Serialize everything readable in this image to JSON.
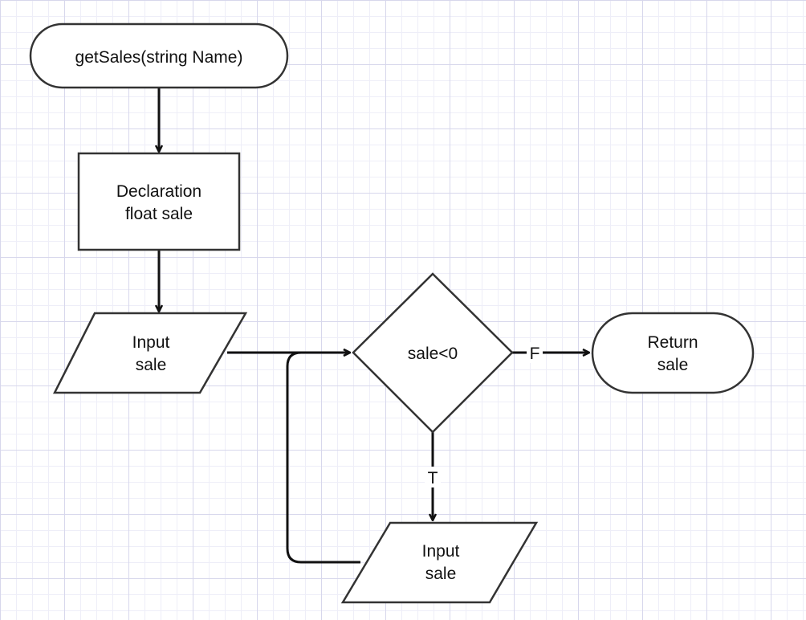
{
  "nodes": {
    "start": {
      "lines": [
        "getSales(string Name)"
      ]
    },
    "declaration": {
      "lines": [
        "Declaration",
        "float sale"
      ]
    },
    "input1": {
      "lines": [
        "Input",
        "sale"
      ]
    },
    "decision": {
      "lines": [
        "sale<0"
      ]
    },
    "input2": {
      "lines": [
        "Input",
        "sale"
      ]
    },
    "return": {
      "lines": [
        "Return",
        "sale"
      ]
    }
  },
  "edges": {
    "false_label": "F",
    "true_label": "T"
  }
}
